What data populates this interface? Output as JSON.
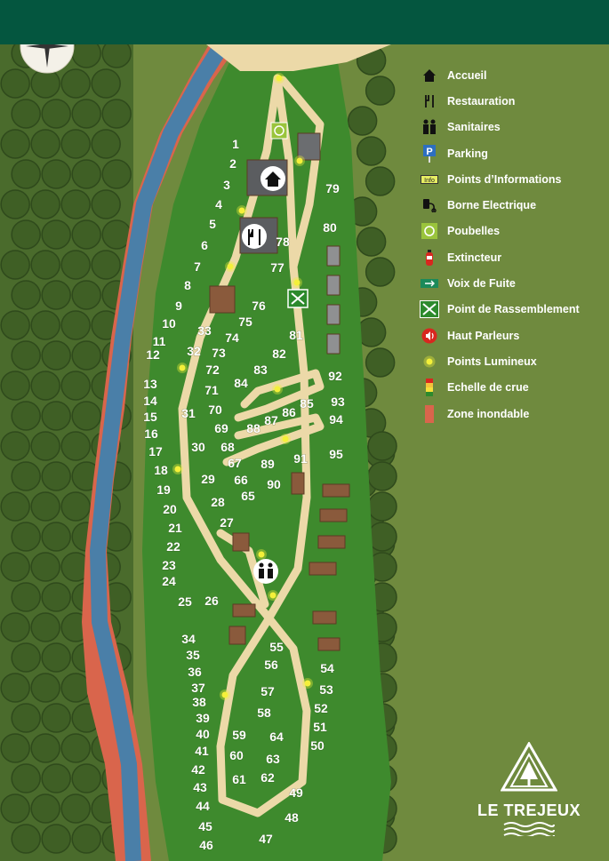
{
  "legend": {
    "items": [
      {
        "icon": "house-icon",
        "label": "Accueil"
      },
      {
        "icon": "fork-knife-icon",
        "label": "Restauration"
      },
      {
        "icon": "restroom-icon",
        "label": "Sanitaires"
      },
      {
        "icon": "parking-sign-icon",
        "label": "Parking"
      },
      {
        "icon": "info-point-icon",
        "label": "Points d’Informations"
      },
      {
        "icon": "ev-charger-icon",
        "label": "Borne Electrique"
      },
      {
        "icon": "recycle-bin-icon",
        "label": "Poubelles"
      },
      {
        "icon": "fire-extinguisher-icon",
        "label": "Extincteur"
      },
      {
        "icon": "escape-route-icon",
        "label": "Voix de Fuite"
      },
      {
        "icon": "assembly-point-icon",
        "label": "Point de Rassemblement"
      },
      {
        "icon": "loudspeaker-icon",
        "label": "Haut Parleurs"
      },
      {
        "icon": "light-point-icon",
        "label": "Points Lumineux"
      },
      {
        "icon": "flood-scale-icon",
        "label": "Echelle de crue"
      },
      {
        "icon": "flood-zone-icon",
        "label": "Zone inondable"
      }
    ],
    "info_text": "Info",
    "parking_letter": "P"
  },
  "brand": {
    "name": "LE TREJEUX"
  },
  "colors": {
    "header": "#04563f",
    "grass": "#6f8a3e",
    "camp_lawn": "#3e8a2d",
    "path": "#ecd9a8",
    "river": "#4a7fa8",
    "flood_zone": "#d9654c",
    "tree": "#4a6b2c",
    "light": "#f4f03a"
  },
  "pitches": [
    "1",
    "2",
    "3",
    "4",
    "5",
    "6",
    "7",
    "8",
    "9",
    "10",
    "11",
    "12",
    "13",
    "14",
    "15",
    "16",
    "17",
    "18",
    "19",
    "20",
    "21",
    "22",
    "23",
    "24",
    "25",
    "26",
    "27",
    "28",
    "29",
    "30",
    "31",
    "32",
    "33",
    "34",
    "35",
    "36",
    "37",
    "38",
    "39",
    "40",
    "41",
    "42",
    "43",
    "44",
    "45",
    "46",
    "47",
    "48",
    "49",
    "50",
    "51",
    "52",
    "53",
    "54",
    "55",
    "56",
    "57",
    "58",
    "59",
    "60",
    "61",
    "62",
    "63",
    "64",
    "65",
    "66",
    "67",
    "68",
    "69",
    "70",
    "71",
    "72",
    "73",
    "74",
    "75",
    "76",
    "77",
    "78",
    "79",
    "80",
    "81",
    "82",
    "83",
    "84",
    "85",
    "86",
    "87",
    "88",
    "89",
    "90",
    "91",
    "92",
    "93",
    "94",
    "95"
  ]
}
